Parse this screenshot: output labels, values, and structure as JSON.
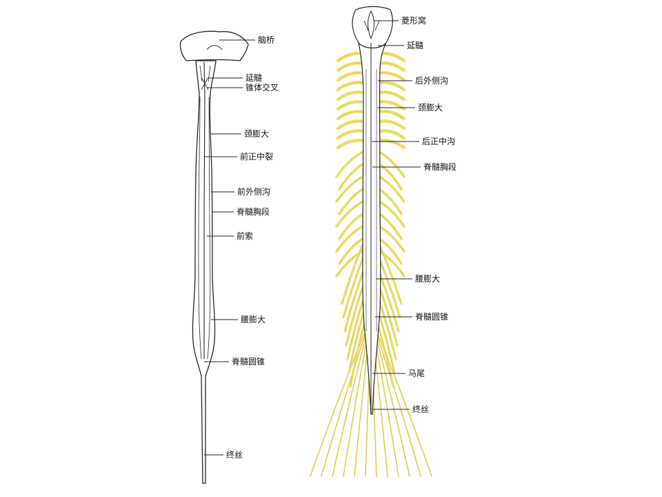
{
  "colors": {
    "nerve": "#f0e47a",
    "nerve_edge": "#c8b845",
    "outline": "#222222",
    "background": "#ffffff"
  },
  "anterior_view": {
    "labels": {
      "pons": "脑桥",
      "medulla": "延髓",
      "pyramidal_decussation": "锥体交叉",
      "cervical_enlargement": "颈膨大",
      "anterior_median_fissure": "前正中裂",
      "anterolateral_sulcus": "前外侧沟",
      "thoracic_segment": "脊髓胸段",
      "anterior_funiculus": "前索",
      "lumbar_enlargement": "腰膨大",
      "conus_medullaris": "脊髓圆锥",
      "filum_terminale": "终丝"
    }
  },
  "posterior_view": {
    "labels": {
      "rhomboid_fossa": "菱形窝",
      "medulla": "延髓",
      "posterolateral_sulcus": "后外侧沟",
      "cervical_enlargement": "颈膨大",
      "posterior_median_sulcus": "后正中沟",
      "thoracic_segment": "脊髓胸段",
      "lumbar_enlargement": "腰膨大",
      "conus_medullaris": "脊髓圆锥",
      "cauda_equina": "马尾",
      "filum_terminale": "终丝"
    }
  }
}
